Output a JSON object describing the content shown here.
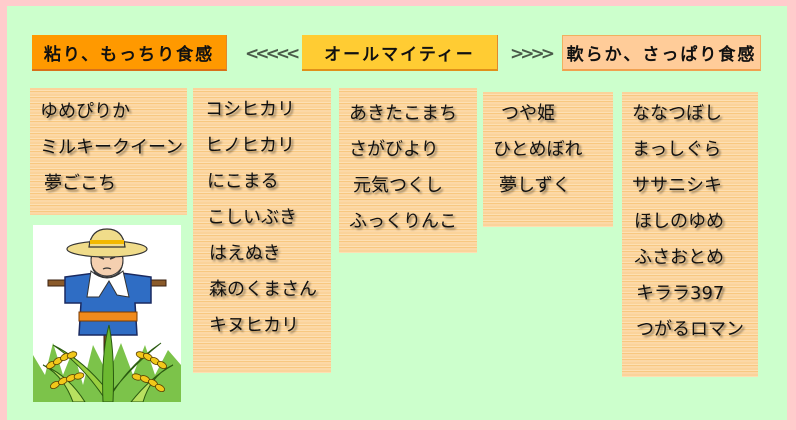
{
  "header": {
    "sticky_label": "粘り、もっちり食感",
    "left_arrows": "<<<<<",
    "allround_label": "オールマイティー",
    "right_arrows": ">>>>",
    "light_label": "軟らか、さっぱり食感"
  },
  "columns": [
    {
      "items": [
        "ゆめぴりか",
        "ミルキークイーン",
        "夢ごこち"
      ]
    },
    {
      "items": [
        "コシヒカリ",
        "ヒノヒカリ",
        "にこまる",
        "こしいぶき",
        "はえぬき",
        "森のくまさん",
        "キヌヒカリ"
      ]
    },
    {
      "items": [
        "あきたこまち",
        "さがびより",
        "元気つくし",
        "ふっくりんこ"
      ]
    },
    {
      "items": [
        "つや姫",
        "ひとめぼれ",
        "夢しずく"
      ]
    },
    {
      "items": [
        "ななつぼし",
        "まっしぐら",
        "ササニシキ",
        "ほしのゆめ",
        "ふさおとめ",
        "キララ397",
        "つがるロマン"
      ]
    }
  ],
  "illustration": {
    "icon": "scarecrow-rice-field-icon"
  },
  "colors": {
    "border": "#ffcccc",
    "background": "#ccffcc",
    "sticky": "#ff9900",
    "allround": "#ffcc33",
    "light": "#ffcc99"
  }
}
